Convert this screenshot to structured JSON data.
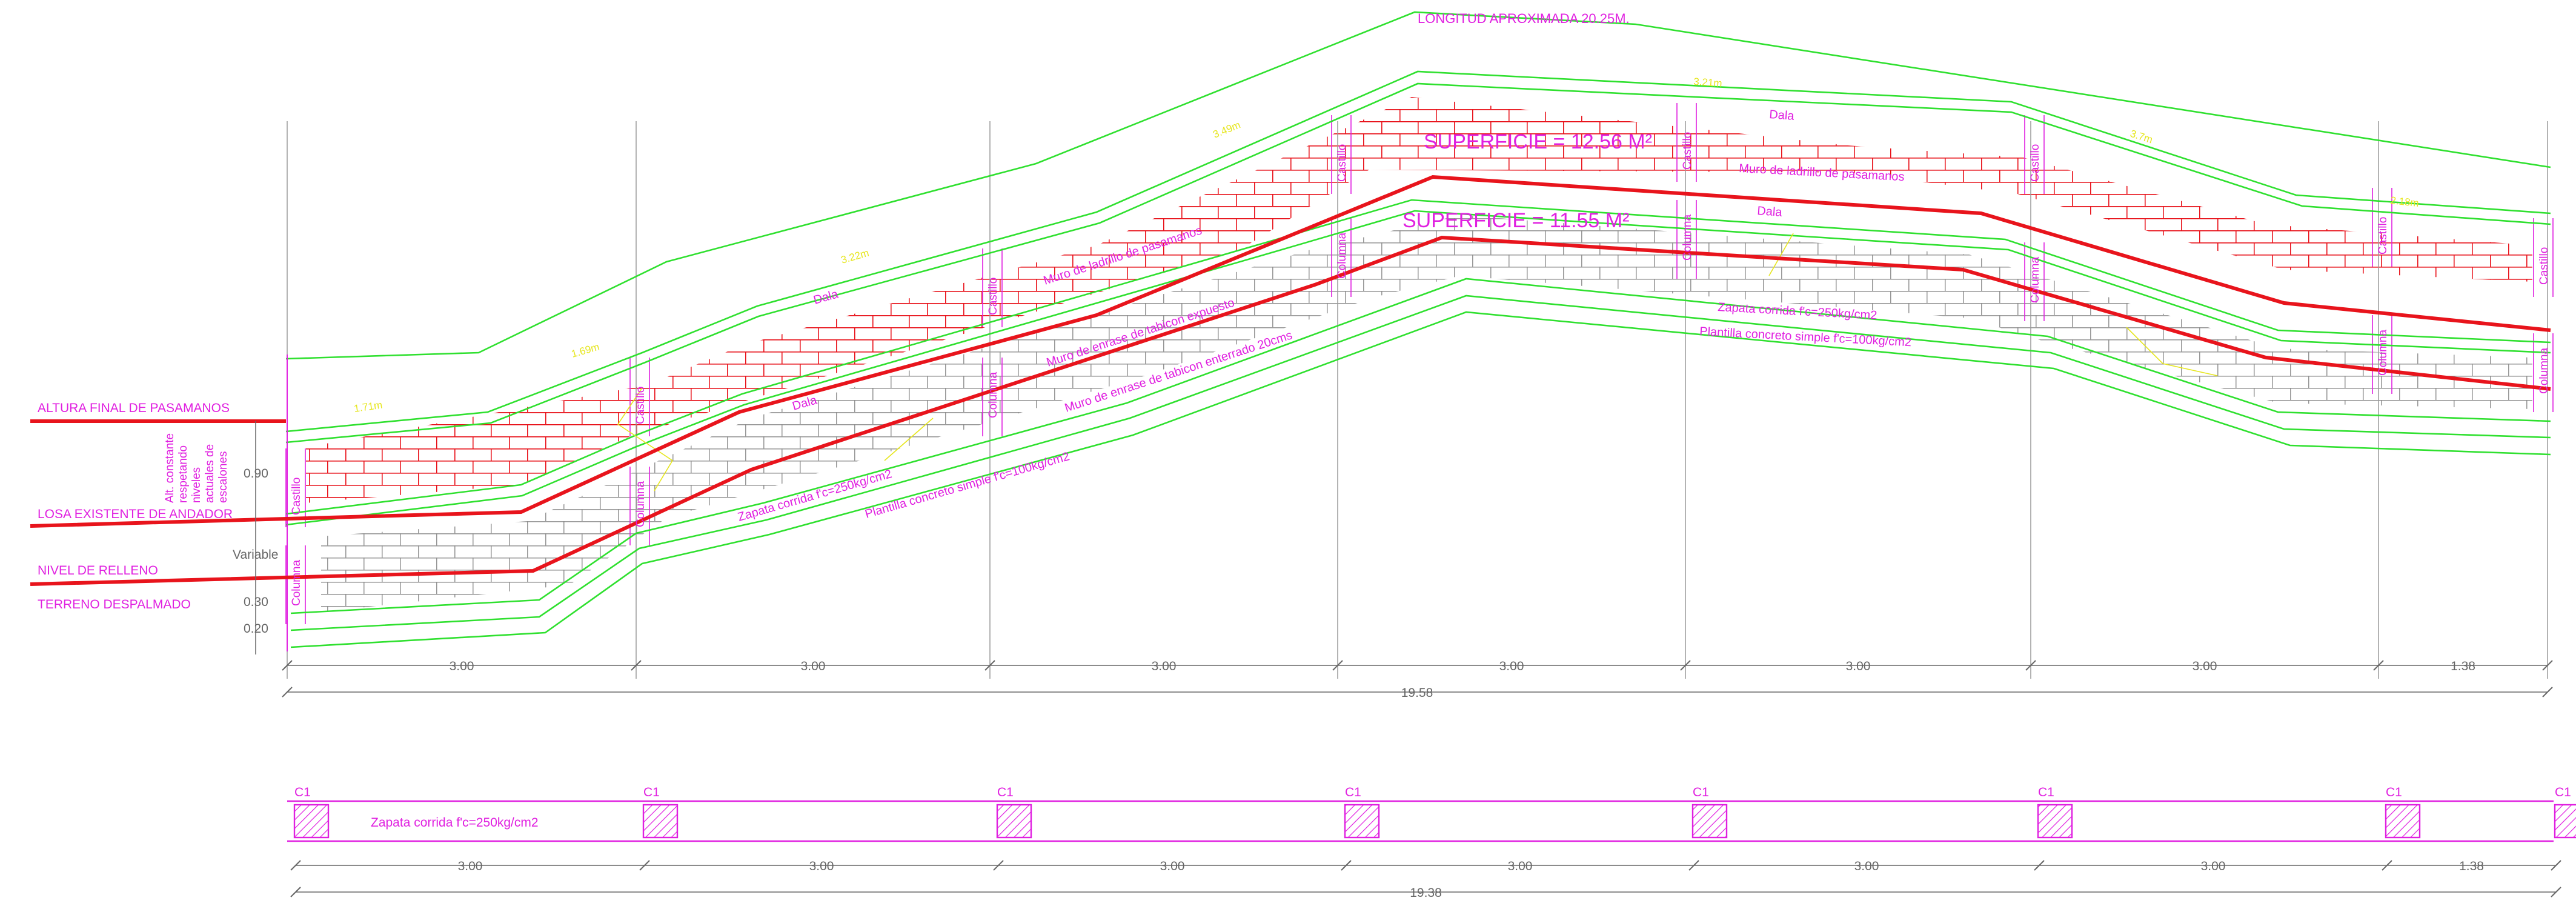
{
  "colors": {
    "profile": "#e8141c",
    "outline": "#2fe02f",
    "annotation": "#e020e0",
    "dimension": "#666666",
    "segment_length": "#e6e61e",
    "brick_upper": "#e8141c",
    "brick_lower": "#8c8c8c"
  },
  "elevation": {
    "overall_length_label": "LONGITUD APROXIMADA 20.25M.",
    "area_upper": "SUPERFICIE = 12.56 M²",
    "area_lower": "SUPERFICIE = 11.55 M²",
    "segment_lengths": {
      "inner": [
        "1.71m",
        "1.69m",
        "3.22m",
        "3.49m",
        "3.21m",
        "3.7m",
        "2.18m"
      ]
    },
    "left_levels": {
      "handrail_top": "ALTURA FINAL DE PASAMANOS",
      "walkway_slab": "LOSA EXISTENTE DE ANDADOR",
      "fill_level": "NIVEL DE RELLENO",
      "cleared_ground": "TERRENO DESPALMADO"
    },
    "side_note": [
      "Alt. constante",
      "respetando",
      "niveles",
      "actuales de",
      "escalones"
    ],
    "side_dims": [
      "0.90",
      "Variable",
      "0.30",
      "0.20"
    ],
    "member_labels": {
      "dala": "Dala",
      "castillo": "Castillo",
      "columna": "Columna",
      "brick_wall": "Muro de ladrillo de pasamanos",
      "block_exposed": "Muro de enrase de tabicon expuesto",
      "block_buried": "Muro de enrase de tabicon enterrado 20cms",
      "footing": "Zapata corrida f'c=250kg/cm2",
      "lean_concrete": "Plantilla concreto simple f'c=100kg/cm2"
    },
    "bay_dims": [
      "3.00",
      "3.00",
      "3.00",
      "3.00",
      "3.00",
      "3.00",
      "1.38"
    ],
    "total_dim": "19.58"
  },
  "plan": {
    "column_tag": "C1",
    "footing_label": "Zapata corrida f'c=250kg/cm2",
    "bay_dims": [
      "3.00",
      "3.00",
      "3.00",
      "3.00",
      "3.00",
      "3.00",
      "1.38"
    ],
    "total_dim": "19.38"
  }
}
